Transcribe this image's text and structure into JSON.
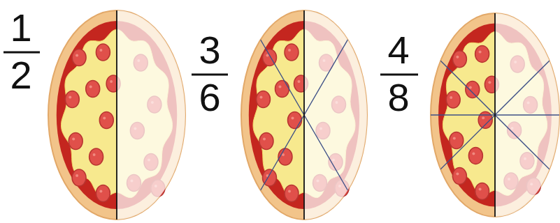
{
  "diagram": {
    "labels": [
      "1",
      "2",
      "3",
      "6",
      "4",
      "8"
    ]
  }
}
